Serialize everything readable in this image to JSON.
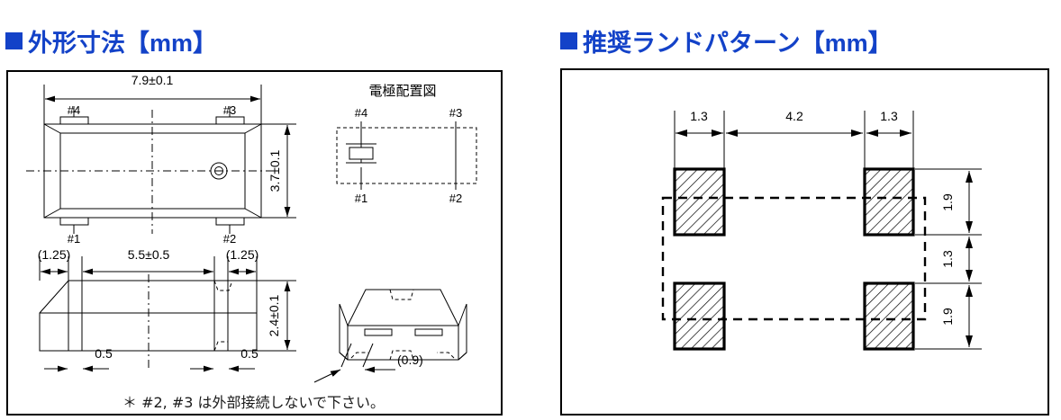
{
  "headings": {
    "left": "外形寸法【mm】",
    "right": "推奨ランドパターン【mm】"
  },
  "footnote": "＊ #2, #3 は外部接続しないで下さい。",
  "colors": {
    "heading": "#1342c8",
    "line": "#000000",
    "background": "#ffffff"
  },
  "outline_drawing": {
    "top_view": {
      "width_dim": "7.9±0.1",
      "height_dim": "3.7±0.1",
      "pins": {
        "p4": "#4",
        "p3": "#3",
        "p1": "#1",
        "p2": "#2"
      },
      "marker": "index-circle"
    },
    "electrode_diagram": {
      "title": "電極配置図",
      "pins": {
        "p4": "#4",
        "p3": "#3",
        "p1": "#1",
        "p2": "#2"
      },
      "symbol": "crystal-resonator"
    },
    "side_view": {
      "left_dim": "(1.25)",
      "center_dim": "5.5±0.5",
      "right_dim": "(1.25)",
      "height_dim": "2.4±0.1",
      "pad_left_dim": "0.5",
      "pad_right_dim": "0.5"
    },
    "end_view": {
      "angle_dim": "(0.9)"
    }
  },
  "land_pattern": {
    "horizontal_dims": [
      "1.3",
      "4.2",
      "1.3"
    ],
    "vertical_dims": [
      "1.9",
      "1.3",
      "1.9"
    ],
    "pad_count": 4,
    "pad_fill": "hatch-45"
  }
}
